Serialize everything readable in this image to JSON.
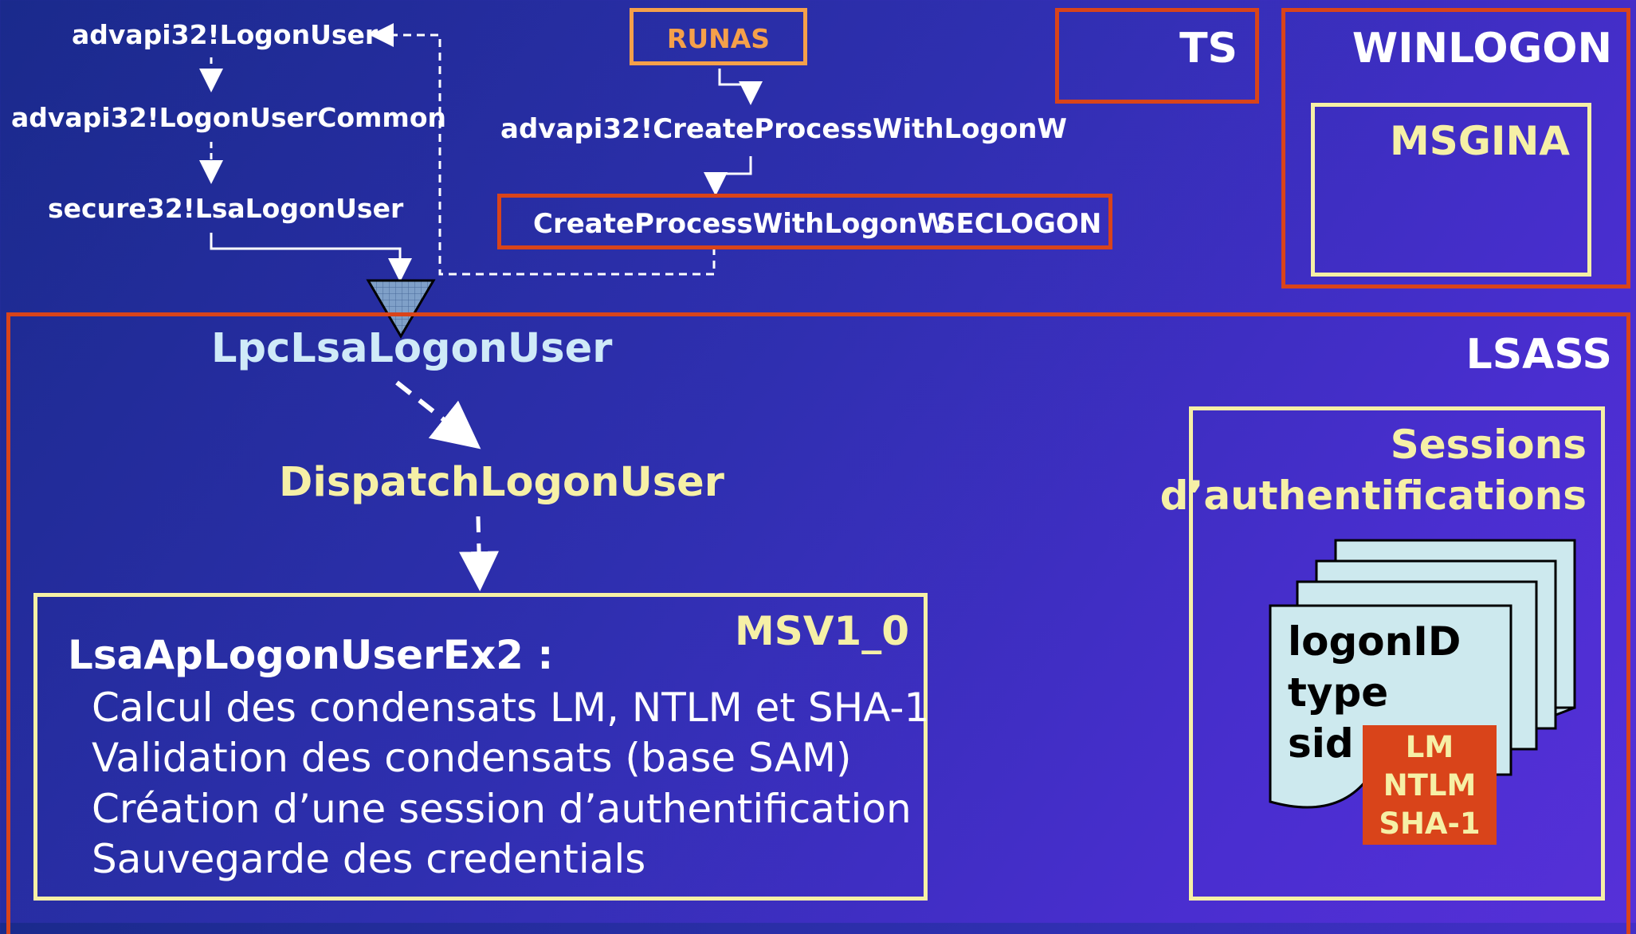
{
  "client": {
    "logon_user": "advapi32!LogonUser",
    "logon_user_common": "advapi32!LogonUserCommon",
    "lsa_logon_user": "secure32!LsaLogonUser"
  },
  "runas": {
    "label": "RUNAS",
    "create_process_api": "advapi32!CreateProcessWithLogonW"
  },
  "seclogon": {
    "function": "CreateProcessWithLogonW",
    "service": "SECLOGON"
  },
  "ts": {
    "label": "TS"
  },
  "winlogon": {
    "label": "WINLOGON",
    "msgina": "MSGINA"
  },
  "lsass": {
    "label": "LSASS",
    "lpc": "LpcLsaLogonUser",
    "dispatch": "DispatchLogonUser",
    "msv": {
      "label": "MSV1_0",
      "title": "LsaApLogonUserEx2 :",
      "steps": [
        "Calcul des condensats LM, NTLM et SHA-1",
        "Validation des condensats (base SAM)",
        "Création d’une session d’authentification",
        "Sauvegarde des credentials"
      ]
    },
    "sessions": {
      "title_line1": "Sessions",
      "title_line2": "d’authentifications",
      "fields": [
        "logonID",
        "type",
        "sid"
      ],
      "hashes": [
        "LM",
        "NTLM",
        "SHA-1"
      ]
    }
  },
  "colors": {
    "orange_border": "#d9441a",
    "yellow_border": "#f6f0a6",
    "runas_border": "#f5a04a",
    "light_blue_text": "#cfeaf8",
    "yellow_text": "#f6f0a6",
    "hash_box": "#d9441a"
  }
}
